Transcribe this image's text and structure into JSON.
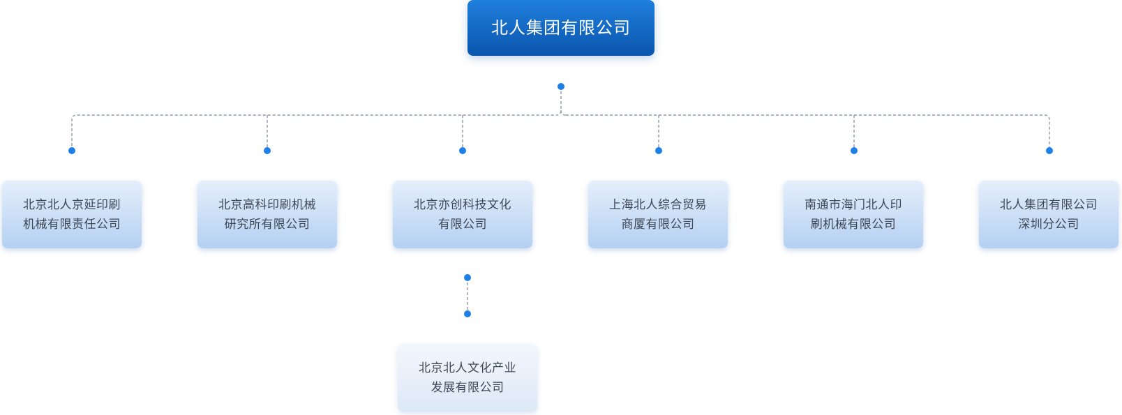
{
  "root": {
    "name": "北人集团有限公司"
  },
  "children": [
    {
      "line1": "北京北人京延印刷",
      "line2": "机械有限责任公司"
    },
    {
      "line1": "北京高科印刷机械",
      "line2": "研究所有限公司"
    },
    {
      "line1": "北京亦创科技文化",
      "line2": "有限公司"
    },
    {
      "line1": "上海北人综合贸易",
      "line2": "商厦有限公司"
    },
    {
      "line1": "南通市海门北人印",
      "line2": "刷机械有限公司"
    },
    {
      "line1": "北人集团有限公司",
      "line2": "深圳分公司"
    }
  ],
  "sub_child": {
    "parent_index": 2,
    "line1": "北京北人文化产业",
    "line2": "发展有限公司"
  },
  "colors": {
    "root_top": "#1f7fdc",
    "root_bottom": "#0a55ad",
    "child_top": "#e5effb",
    "child_bottom": "#b4d0f2",
    "dot": "#1e7fe6",
    "connector": "#8c97ad",
    "text": "#3e4756"
  }
}
